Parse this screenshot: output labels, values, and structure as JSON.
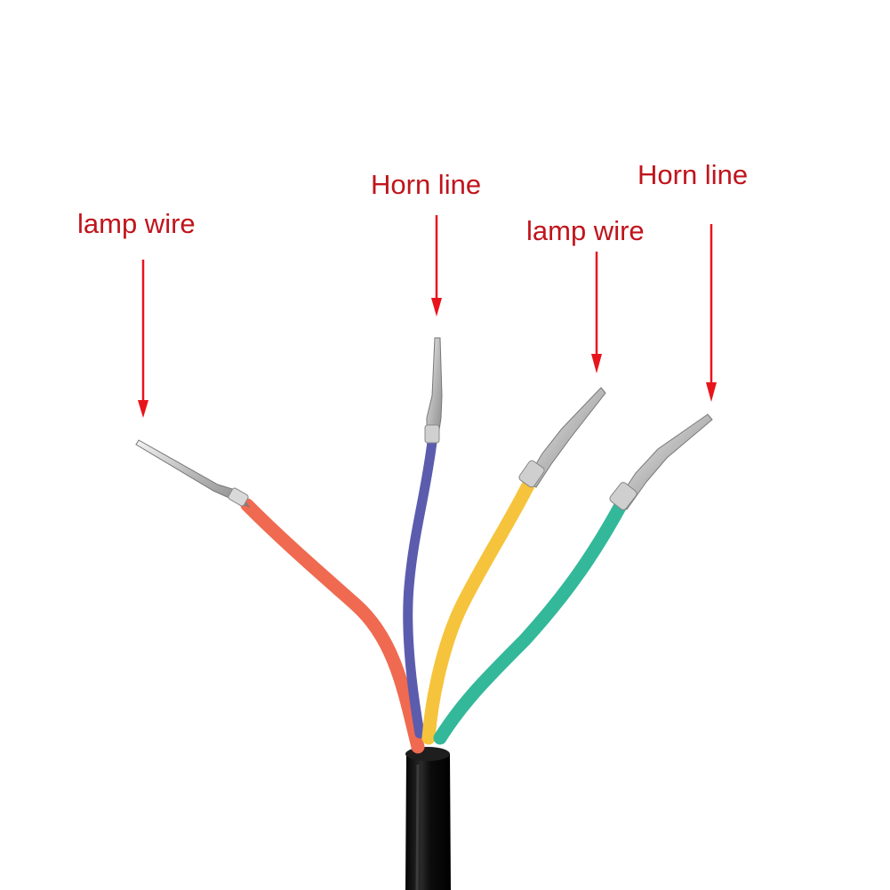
{
  "labels": {
    "lamp_wire_left": "lamp wire",
    "horn_line_center": "Horn line",
    "lamp_wire_right": "lamp wire",
    "horn_line_right": "Horn line"
  },
  "colors": {
    "label_text": "#c0141c",
    "arrow": "#e8141c",
    "red_wire": "#ef6a50",
    "blue_wire": "#5c5cae",
    "yellow_wire": "#f6c33c",
    "green_wire": "#33b89a",
    "cable_jacket": "#121212",
    "terminal_metal": "#c9c9c9",
    "background": "#ffffff"
  }
}
